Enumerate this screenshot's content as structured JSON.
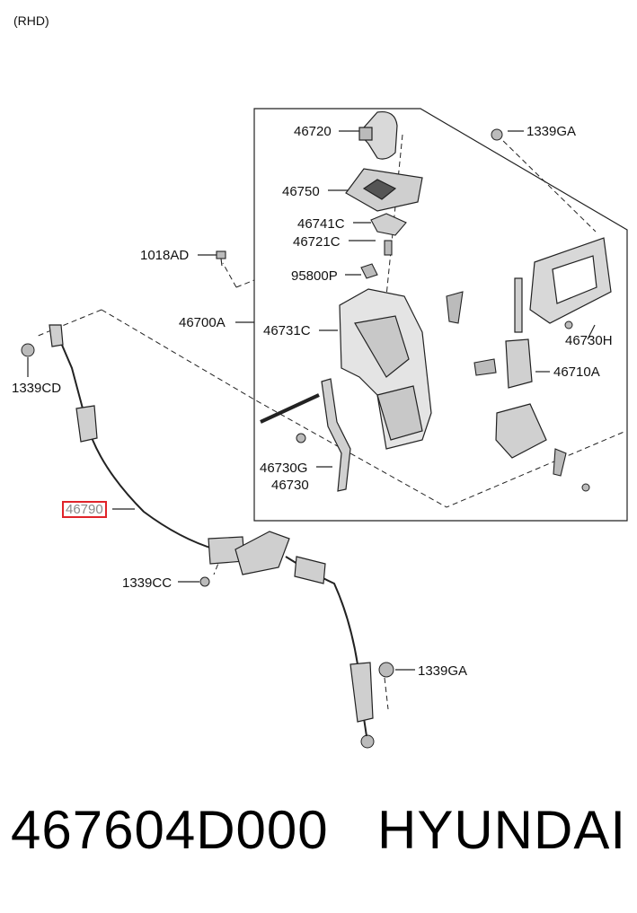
{
  "diagram": {
    "variant": "(RHD)",
    "parts": [
      {
        "id": "46720",
        "highlight": false
      },
      {
        "id": "1339GA",
        "highlight": false
      },
      {
        "id": "46750",
        "highlight": false
      },
      {
        "id": "46741C",
        "highlight": false
      },
      {
        "id": "46721C",
        "highlight": false
      },
      {
        "id": "1018AD",
        "highlight": false
      },
      {
        "id": "95800P",
        "highlight": false
      },
      {
        "id": "46700A",
        "highlight": false
      },
      {
        "id": "46731C",
        "highlight": false
      },
      {
        "id": "46730H",
        "highlight": false
      },
      {
        "id": "46710A",
        "highlight": false
      },
      {
        "id": "1339CD",
        "highlight": false
      },
      {
        "id": "46730G",
        "highlight": false
      },
      {
        "id": "46730",
        "highlight": false
      },
      {
        "id": "46790",
        "highlight": true
      },
      {
        "id": "1339CC",
        "highlight": false
      },
      {
        "id": "1339GA",
        "highlight": false
      }
    ],
    "highlight_color": "#e0242a"
  },
  "footer": {
    "part_number": "467604D000",
    "brand": "HYUNDAI"
  }
}
